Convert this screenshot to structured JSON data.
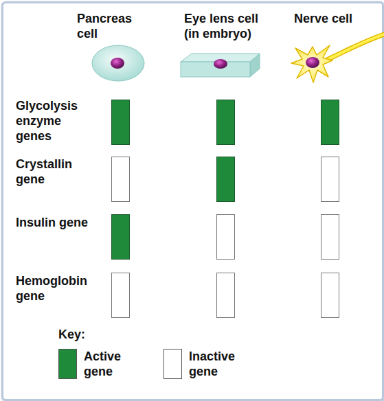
{
  "diagram": {
    "labels": [
      "Pancreas cell",
      "Eye lens cell (in embryo)",
      "Nerve cell",
      "Glycolysis enzyme genes",
      "Crystallin gene",
      "Insulin gene",
      "Hemoglobin gene",
      "Key:"
    ],
    "legend": [
      {
        "text": "Active gene",
        "color": "#1f8a3a"
      },
      {
        "text": "Inactive gene",
        "color": "#ffffff"
      }
    ]
  }
}
